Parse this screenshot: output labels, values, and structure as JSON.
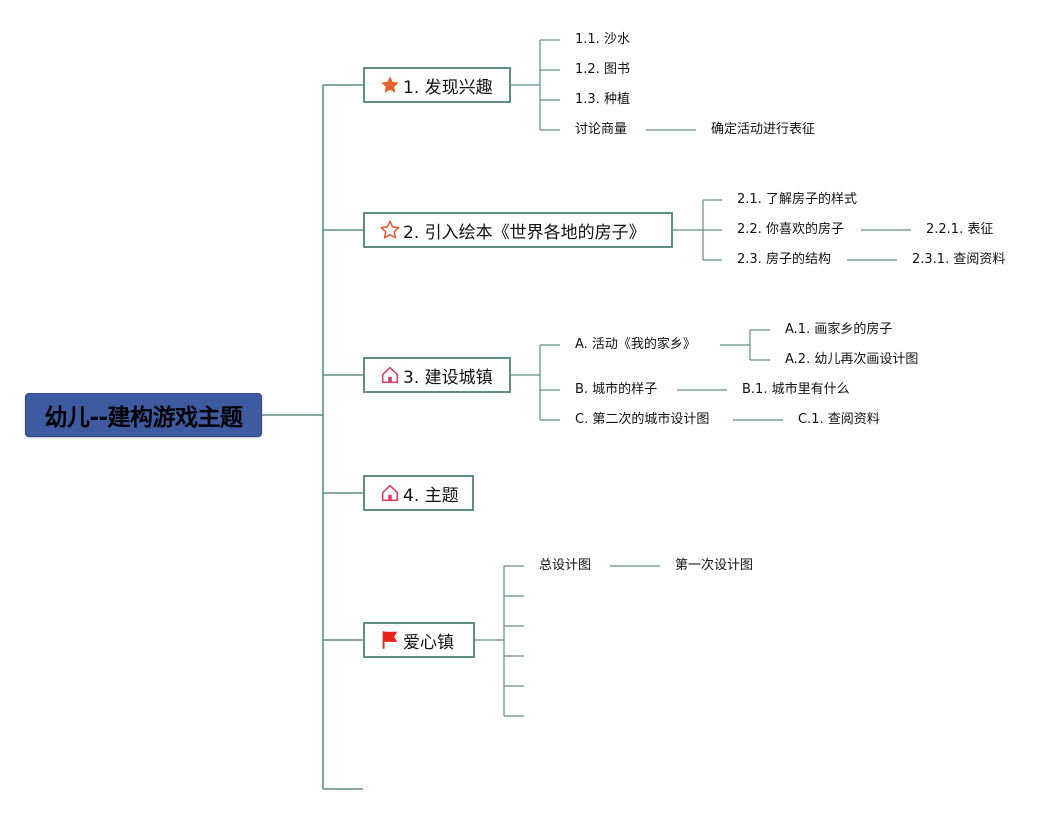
{
  "root": {
    "label": "幼儿--建构游戏主题"
  },
  "branches": {
    "b1": {
      "label": "1. 发现兴趣",
      "icon": "star-filled-icon",
      "icon_color": "#e0622e"
    },
    "b2": {
      "label": "2. 引入绘本《世界各地的房子》",
      "icon": "star-outline-icon",
      "icon_color": "#e0552e"
    },
    "b3": {
      "label": "3. 建设城镇",
      "icon": "house-icon",
      "icon_color": "#d2436a"
    },
    "b4": {
      "label": "4. 主题",
      "icon": "house-icon",
      "icon_color": "#d2436a"
    },
    "b5": {
      "label": "爱心镇",
      "icon": "flag-icon",
      "icon_color": "#e8231f"
    }
  },
  "nodes": {
    "n1_1": "1.1. 沙水",
    "n1_2": "1.2. 图书",
    "n1_3": "1.3. 种植",
    "n1_4": "讨论商量",
    "n1_4_1": "确定活动进行表征",
    "n2_1": "2.1. 了解房子的样式",
    "n2_2": "2.2. 你喜欢的房子",
    "n2_2_1": "2.2.1. 表征",
    "n2_3": "2.3. 房子的结构",
    "n2_3_1": "2.3.1. 查阅资料",
    "n3_a": "A. 活动《我的家乡》",
    "n3_a_1": "A.1. 画家乡的房子",
    "n3_a_2": "A.2. 幼儿再次画设计图",
    "n3_b": "B. 城市的样子",
    "n3_b_1": "B.1. 城市里有什么",
    "n3_c": "C. 第二次的城市设计图",
    "n3_c_1": "C.1. 查阅资料",
    "n5_1": "总设计图",
    "n5_1_1": "第一次设计图"
  },
  "colors": {
    "root_fill": "#3e5aa0",
    "connector": "#5f8f82",
    "branch_border": "#5f8f82"
  }
}
